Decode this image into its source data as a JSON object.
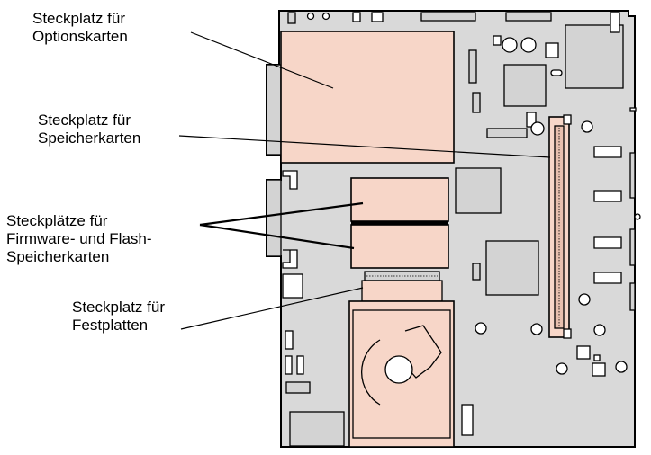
{
  "colors": {
    "board": "#d9d9d9",
    "slot": "#f7d6c8",
    "line": "#000000",
    "component": "#d3d3d3"
  },
  "callouts": [
    {
      "id": "option-card-slot",
      "lines": [
        "Steckplatz für",
        "Optionskarten"
      ]
    },
    {
      "id": "memory-card-slot",
      "lines": [
        "Steckplatz für",
        "Speicherkarten"
      ]
    },
    {
      "id": "firmware-flash-slots",
      "lines": [
        "Steckplätze für",
        "Firmware- und Flash-",
        "Speicherkarten"
      ]
    },
    {
      "id": "hard-disk-slot",
      "lines": [
        "Steckplatz für",
        "Festplatten"
      ]
    }
  ]
}
